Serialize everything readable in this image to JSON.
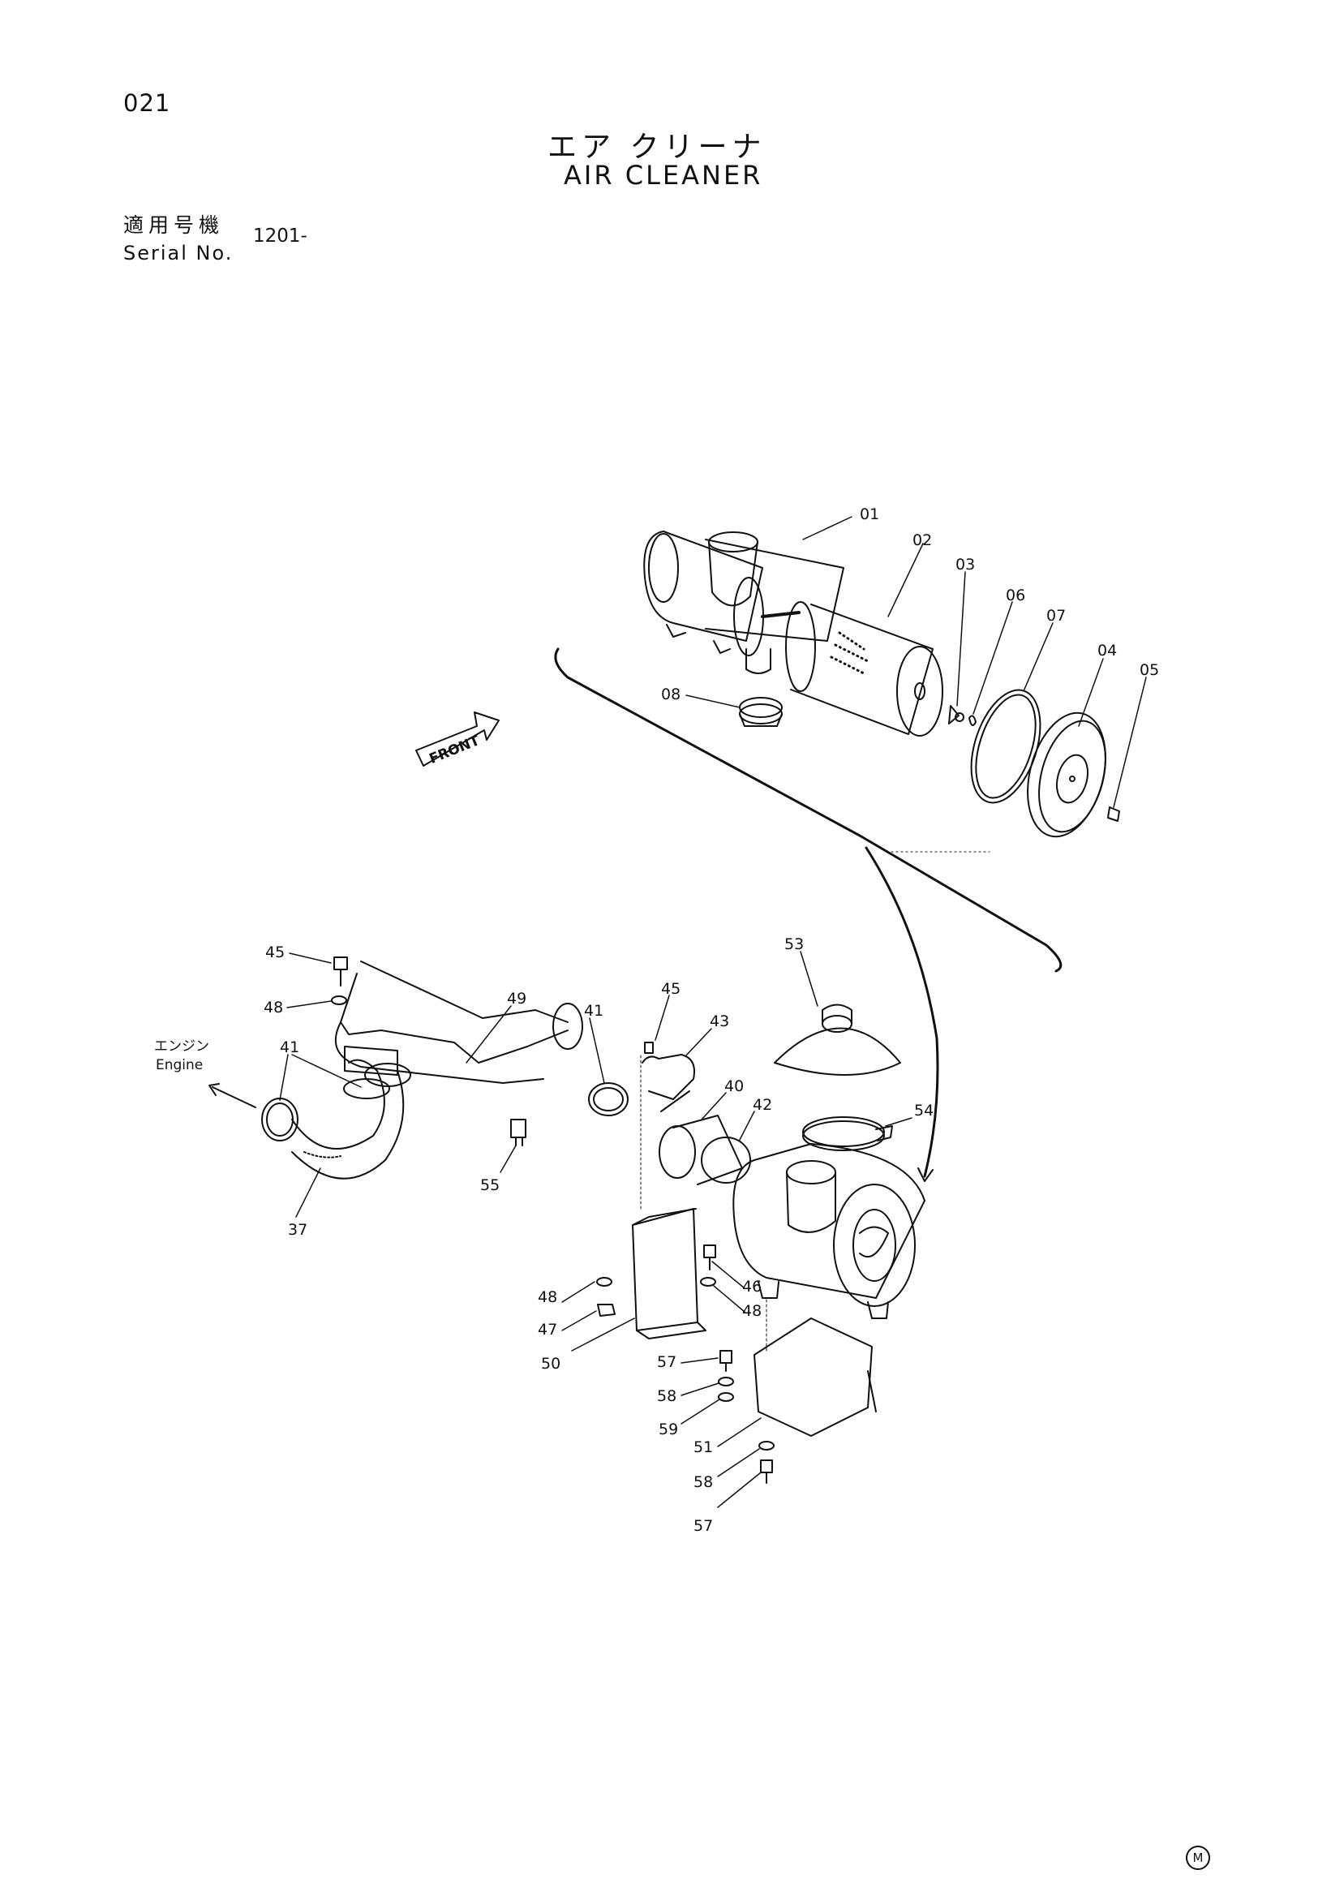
{
  "page": {
    "number": "021"
  },
  "title": {
    "japanese": "エア クリーナ",
    "english": "AIR CLEANER"
  },
  "serial": {
    "label_jp": "適用号機",
    "label_en": "Serial No.",
    "value": "1201-"
  },
  "diagram": {
    "direction_label": "FRONT",
    "engine_label_jp": "エンジン",
    "engine_label_en": "Engine",
    "corner_mark": "M",
    "callouts": [
      "01",
      "02",
      "03",
      "06",
      "07",
      "04",
      "05",
      "08",
      "45",
      "48",
      "49",
      "41",
      "43",
      "45",
      "41",
      "40",
      "42",
      "53",
      "54",
      "37",
      "55",
      "48",
      "47",
      "50",
      "46",
      "48",
      "57",
      "58",
      "59",
      "51",
      "58",
      "57"
    ]
  }
}
